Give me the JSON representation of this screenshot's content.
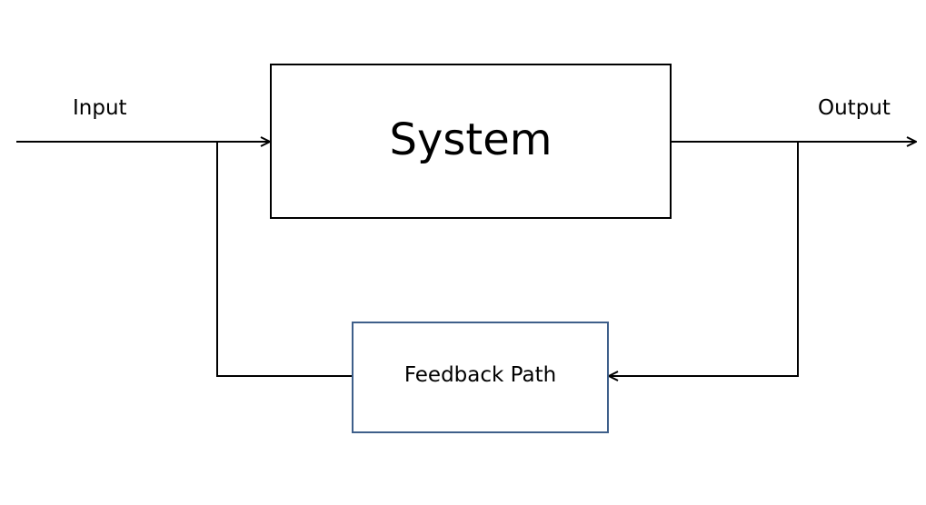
{
  "diagram": {
    "input_label": "Input",
    "output_label": "Output",
    "system_label": "System",
    "feedback_label": "Feedback Path",
    "colors": {
      "line": "#000000",
      "system_border": "#000000",
      "feedback_border": "#3e5f8a",
      "background": "#ffffff"
    }
  }
}
